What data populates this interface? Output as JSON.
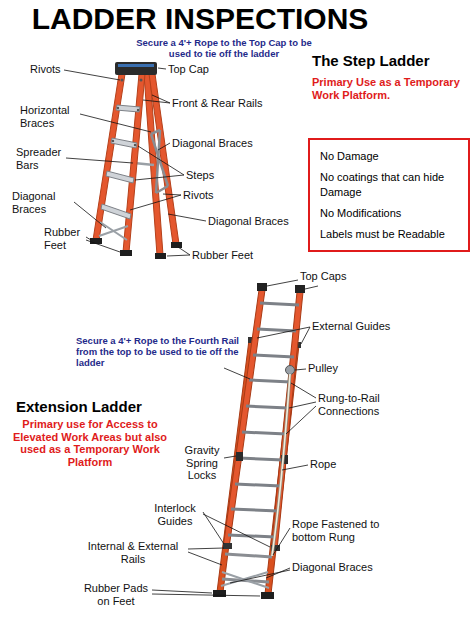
{
  "diagram": {
    "title": "LADDER INSPECTIONS",
    "nodes": [
      {
        "text": [
          "No Damage",
          "No coatings that can hide Damage",
          "No Modifications",
          "Labels must be Readable"
        ]
      }
    ],
    "labels": [
      "Secure a 4'+ Rope to the Top Cap to be used to tie off the ladder",
      "Rivots",
      "Top Cap",
      "The Step Ladder",
      "Primary Use as a Temporary Work Platform.",
      "Horizontal Braces",
      "Front & Rear Rails",
      "Spreader Bars",
      "Diagonal Braces",
      "Steps",
      "Diagonal Braces",
      "Rivots",
      "Diagonal Braces",
      "Rubber Feet",
      "Rubber Feet",
      "Top Caps",
      "Secure a 4'+ Rope to the Fourth Rail from the top to be used to tie off the ladder",
      "External Guides",
      "Pulley",
      "Extension Ladder",
      "Primary use for Access to Elevated Work Areas but also used as a Temporary Work Platform",
      "Rung-to-Rail Connections",
      "Gravity Spring Locks",
      "Rope",
      "Interlock Guides",
      "Rope Fastened to bottom Rung",
      "Internal & External Rails",
      "Diagonal Braces",
      "Rubber Pads on Feet"
    ]
  }
}
